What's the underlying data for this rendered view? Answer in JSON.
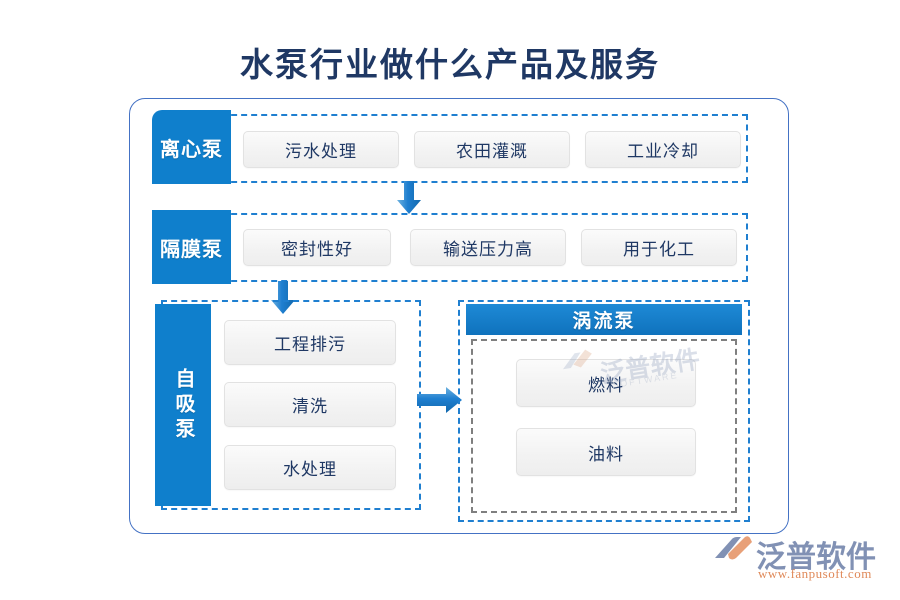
{
  "page": {
    "title": "水泵行业做什么产品及服务"
  },
  "diagram": {
    "type": "category-flow",
    "rows": [
      {
        "id": "centrifugal",
        "label": "离心泵",
        "items": [
          "污水处理",
          "农田灌溉",
          "工业冷却"
        ]
      },
      {
        "id": "diaphragm",
        "label": "隔膜泵",
        "items": [
          "密封性好",
          "输送压力高",
          "用于化工"
        ]
      },
      {
        "id": "self-priming",
        "label": "自吸泵",
        "items": [
          "工程排污",
          "清洗",
          "水处理"
        ]
      }
    ],
    "side_panel": {
      "id": "vortex",
      "header": "涡流泵",
      "items": [
        "燃料",
        "油料"
      ]
    },
    "arrows": [
      {
        "id": "arrow-row1-row2",
        "direction": "down"
      },
      {
        "id": "arrow-row2-row3",
        "direction": "down"
      },
      {
        "id": "arrow-row3-vortex",
        "direction": "right"
      }
    ],
    "colors": {
      "accent_blue": "#0f7fcc",
      "frame_blue": "#4472c4",
      "dashed_blue": "#1f7fd0",
      "dashed_gray": "#7f7f7f",
      "item_fill": "#f2f2f2",
      "text_navy": "#1f3864"
    }
  },
  "watermark": {
    "name": "泛普软件",
    "sub": "SOFTWARE"
  },
  "brand": {
    "name": "泛普软件",
    "url": "www.fanpusoft.com"
  }
}
